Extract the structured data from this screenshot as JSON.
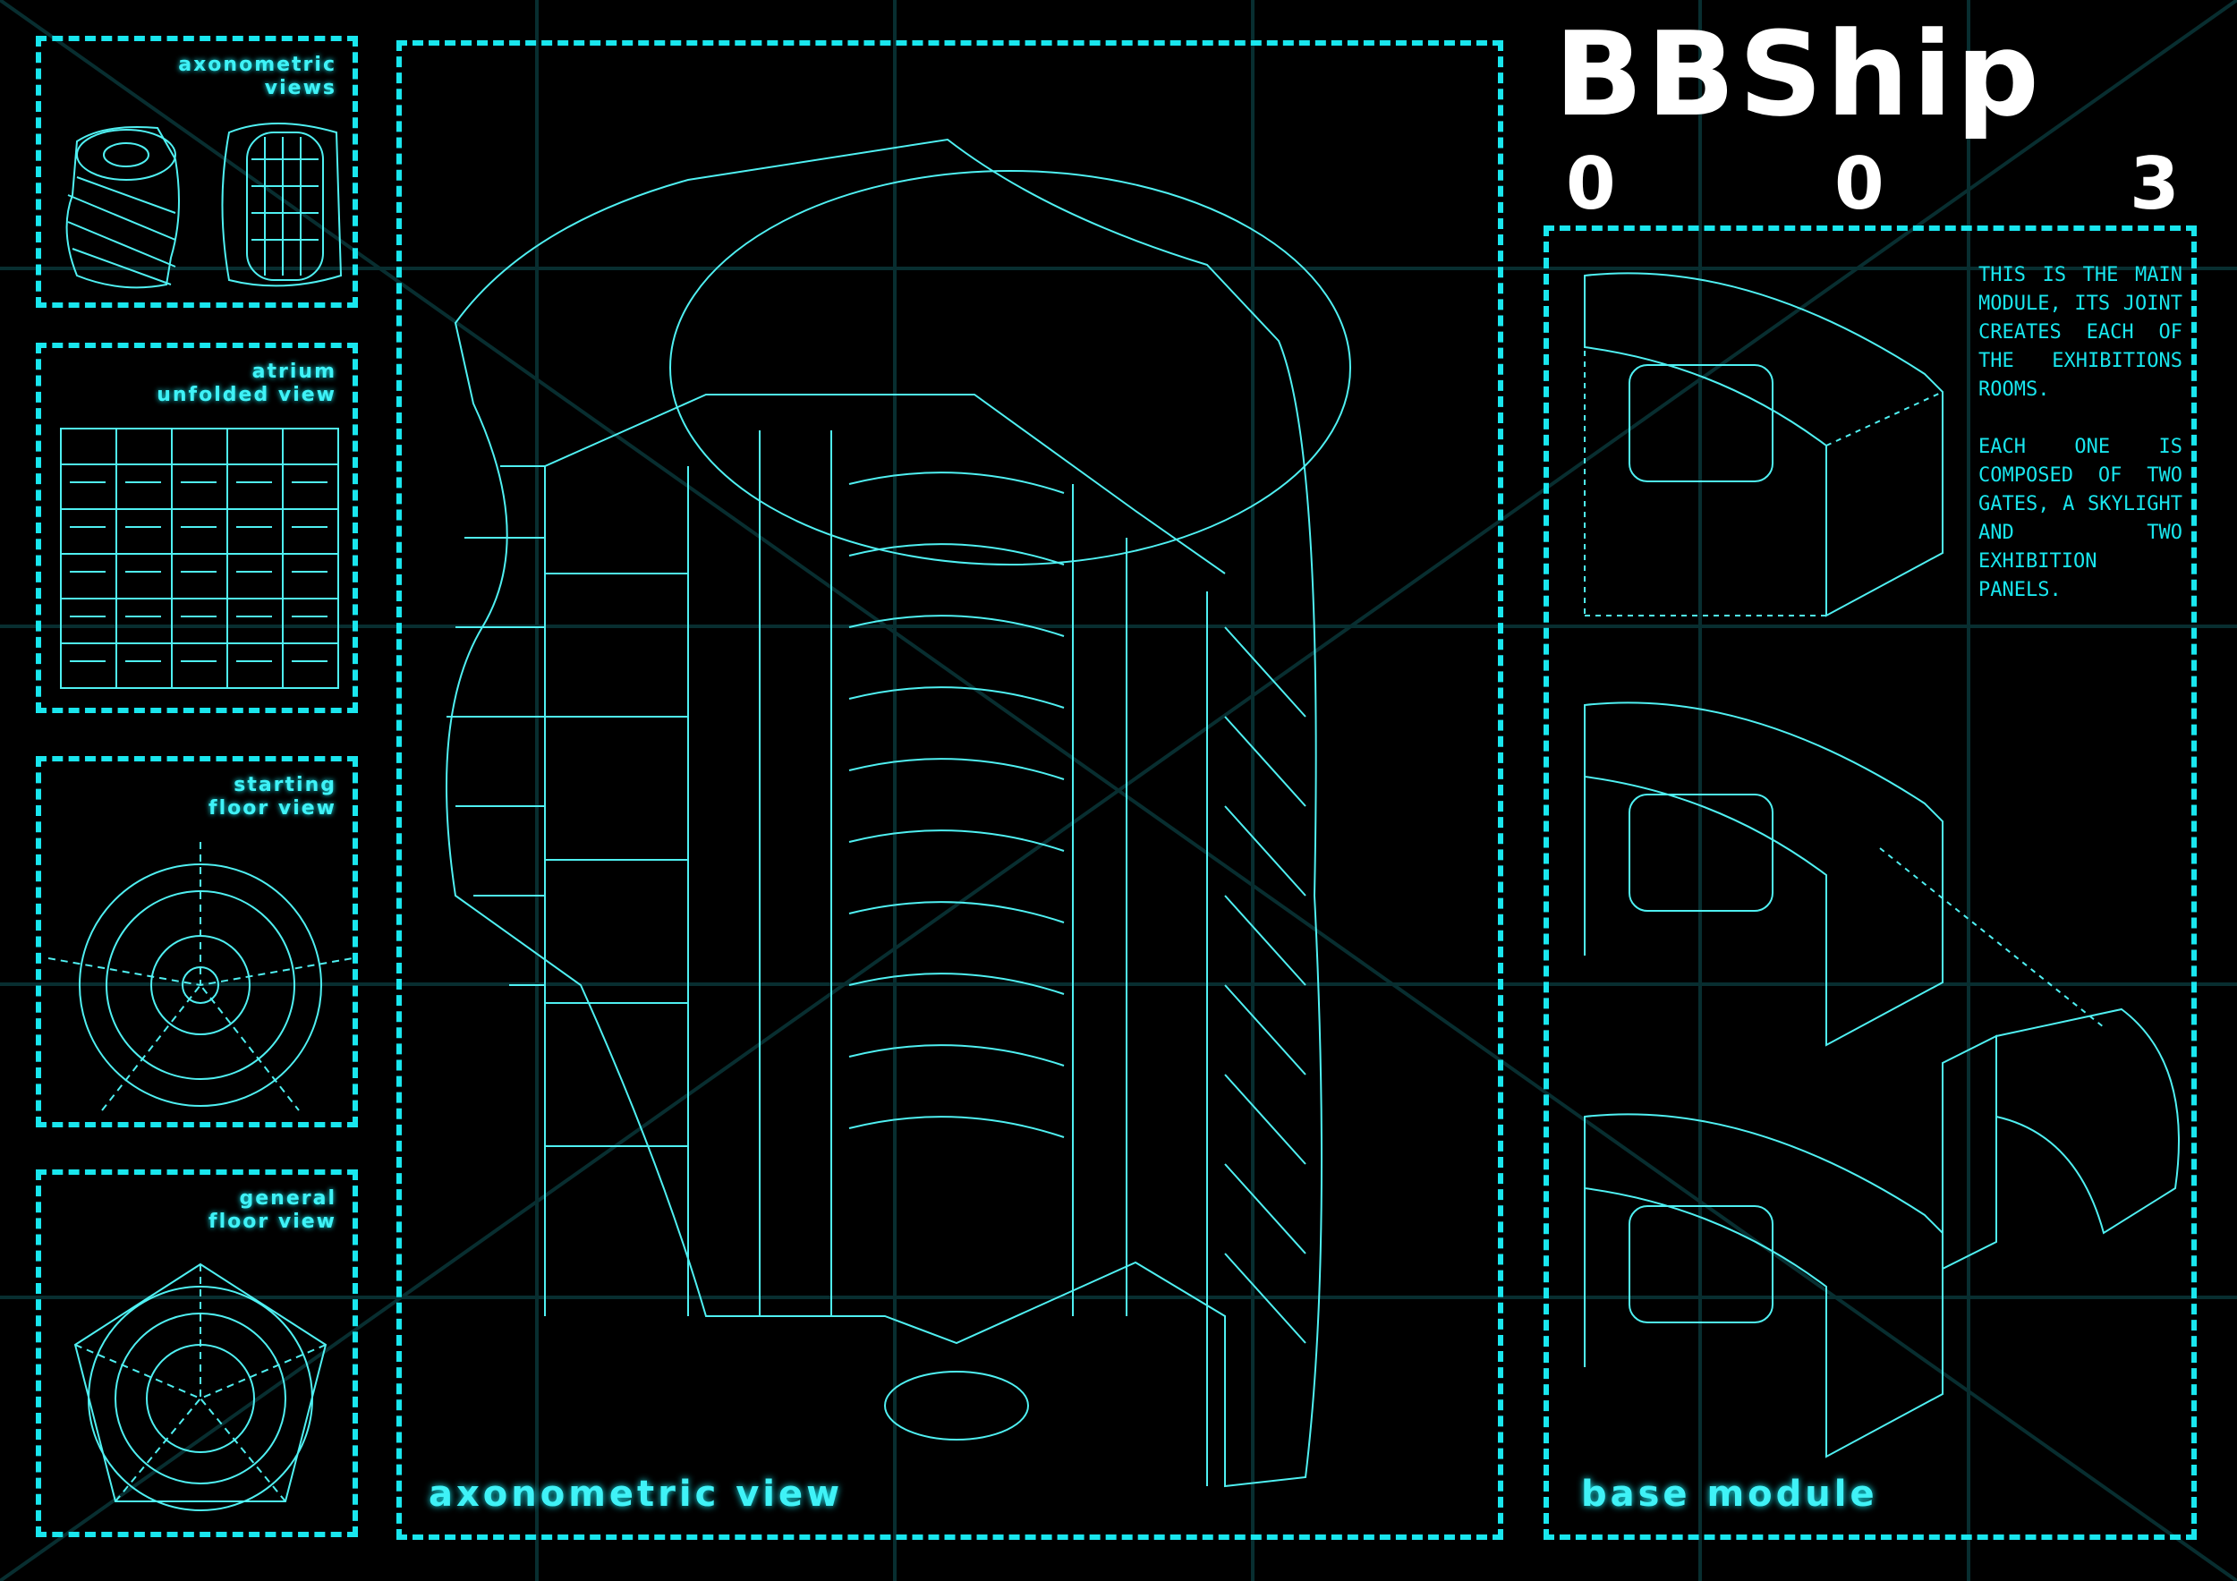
{
  "header": {
    "title": "BBShip",
    "number": [
      "0",
      "0",
      "3"
    ]
  },
  "side_panels": [
    {
      "title": [
        "axonometric",
        "views"
      ]
    },
    {
      "title": [
        "atrium",
        "unfolded view"
      ]
    },
    {
      "title": [
        "starting",
        "floor view"
      ]
    },
    {
      "title": [
        "general",
        "floor view"
      ]
    }
  ],
  "main_panel": {
    "label": "axonometric view"
  },
  "module_panel": {
    "label": "base module",
    "description": [
      "THIS IS THE MAIN MODULE, ITS JOINT CREATES EACH OF THE EXHIBITIONS ROOMS.",
      "EACH ONE IS COMPOSED OF TWO GATES, A SKYLIGHT AND TWO EXHIBITION PANELS."
    ]
  },
  "colors": {
    "accent": "#19e6ee",
    "background": "#000000",
    "title": "#ffffff"
  }
}
